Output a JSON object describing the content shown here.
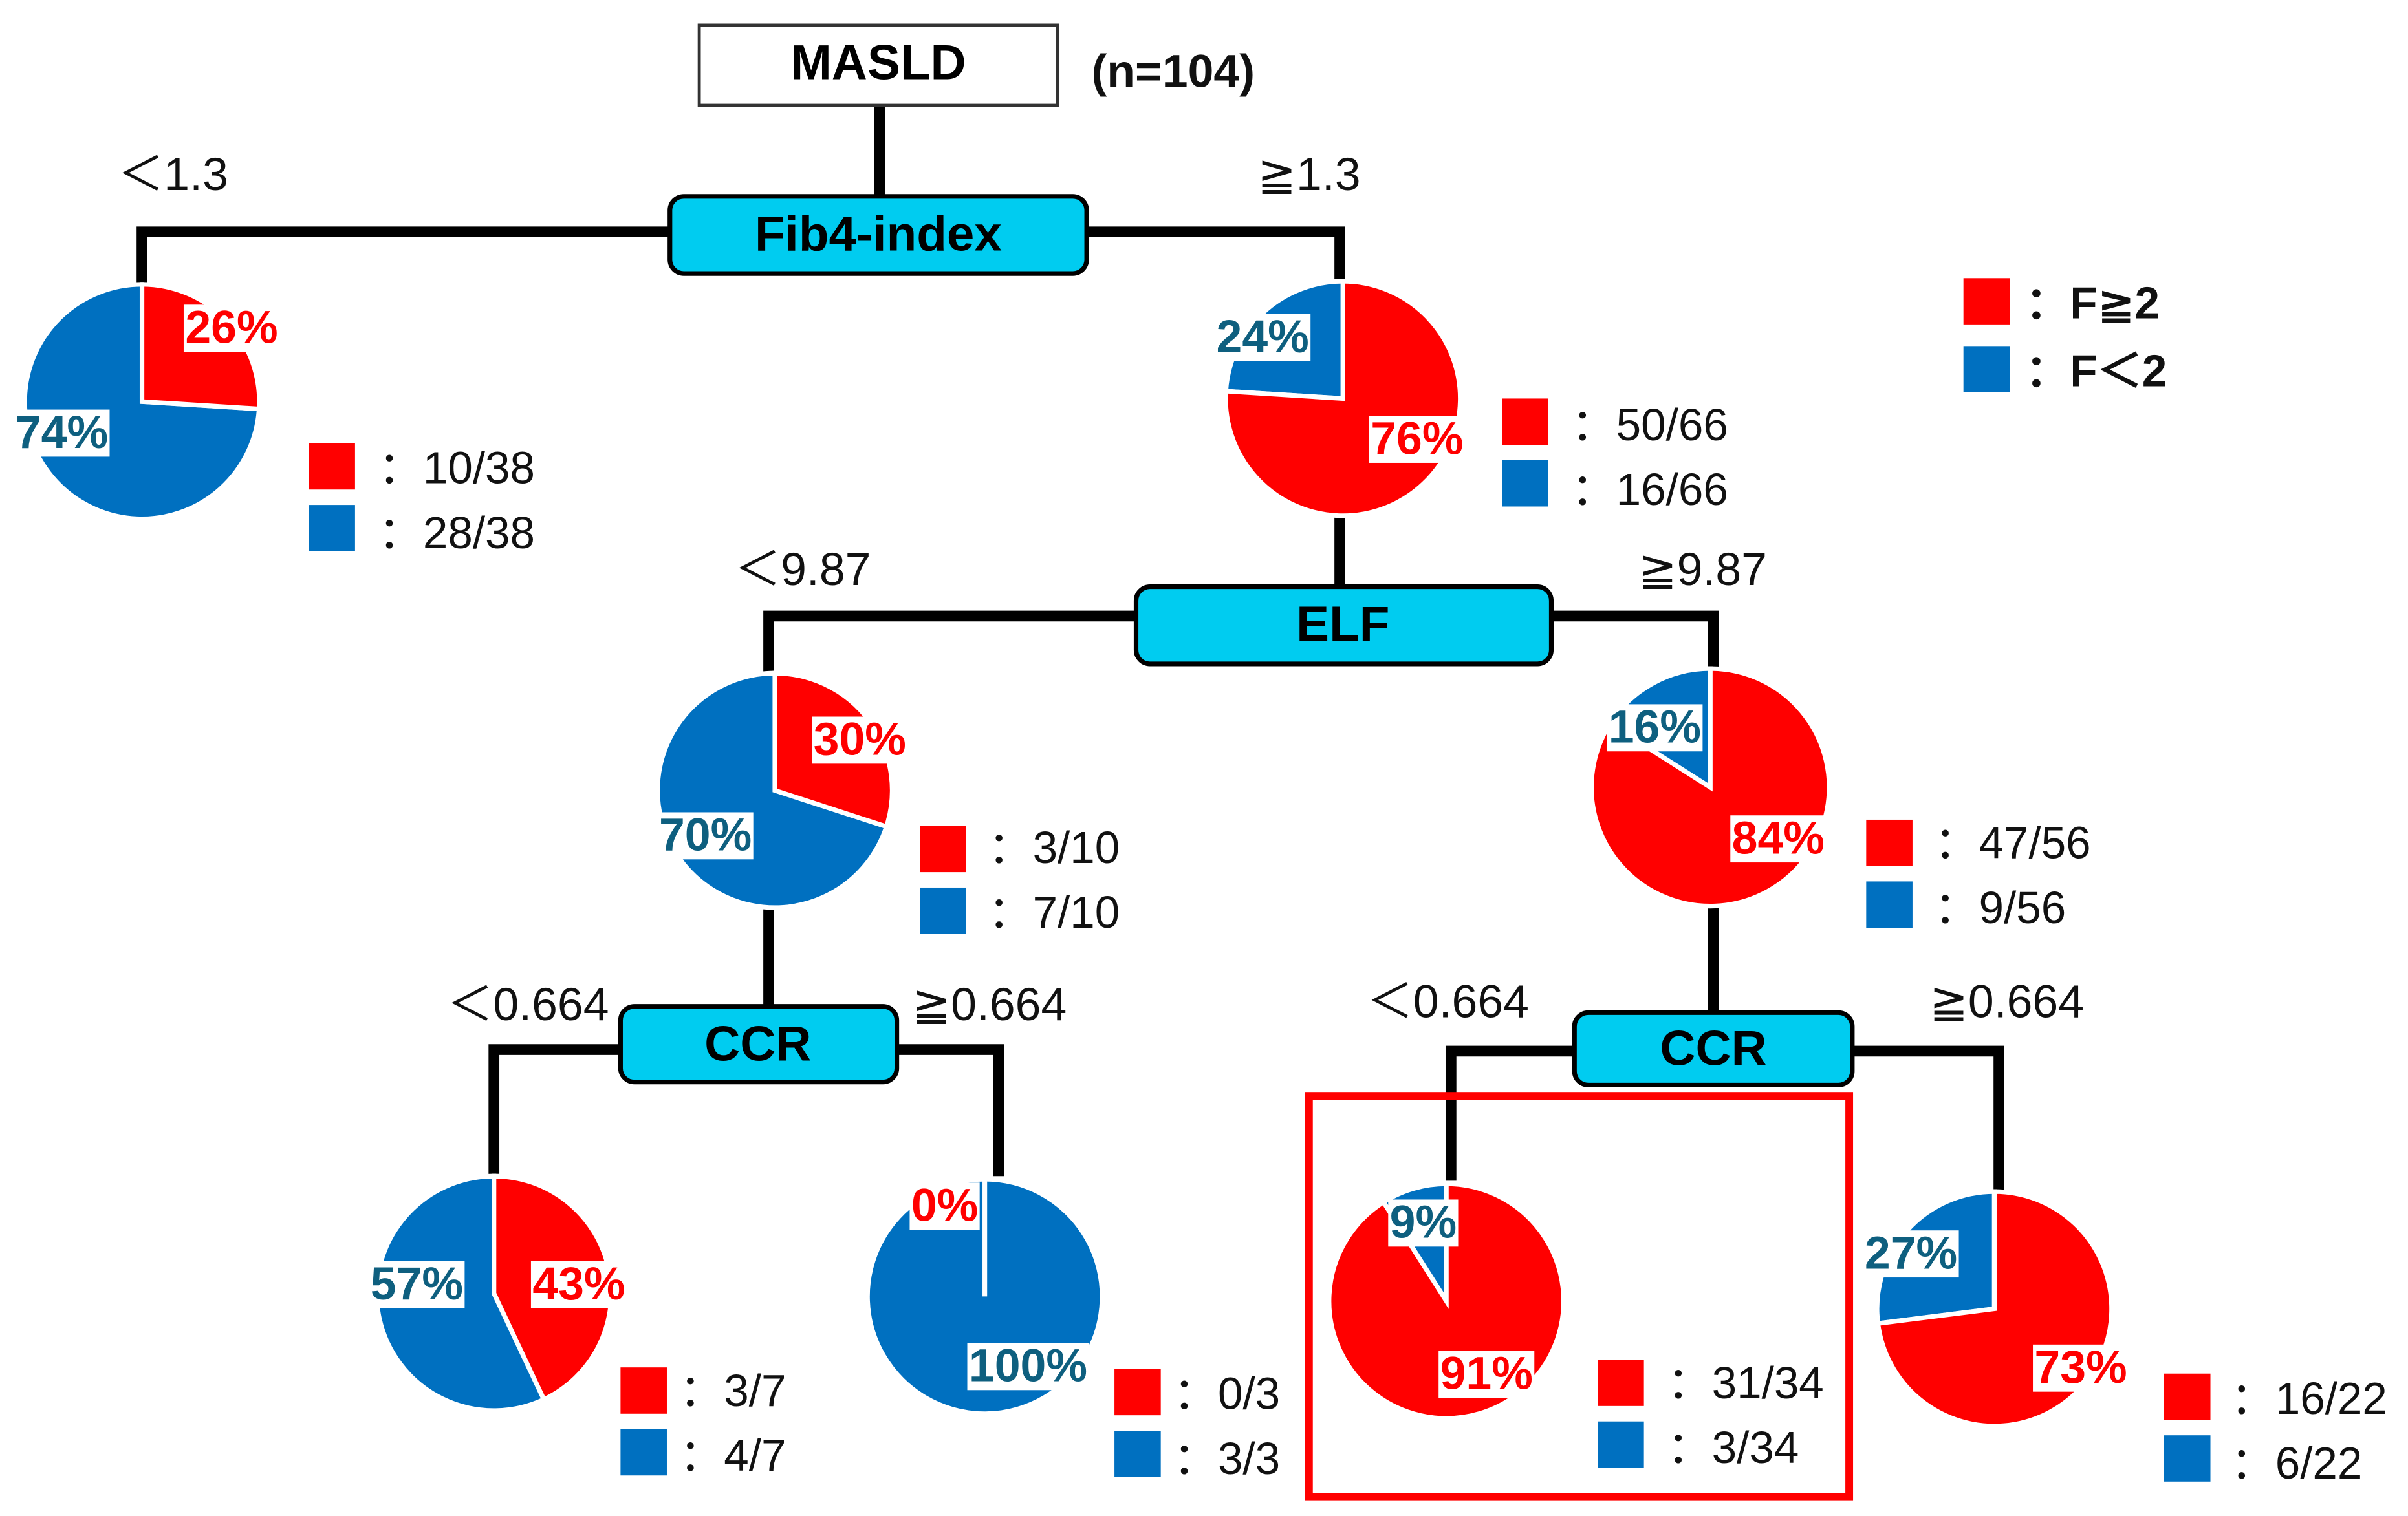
{
  "colors": {
    "f_ge_2": "#ff0000",
    "f_lt_2": "#0070c0",
    "node_fill": "#00ccf0",
    "highlight": "#ff0000",
    "blue_label_text": "#0e5f7f"
  },
  "root": {
    "label": "MASLD",
    "n": "(n=104)"
  },
  "splits": {
    "fib4": {
      "label": "Fib4-index",
      "left": "＜1.3",
      "right": "≧1.3"
    },
    "elf": {
      "label": "ELF",
      "left": "＜9.87",
      "right": "≧9.87"
    },
    "ccr_left": {
      "label": "CCR",
      "left": "＜0.664",
      "right": "≧0.664"
    },
    "ccr_right": {
      "label": "CCR",
      "left": "＜0.664",
      "right": "≧0.664"
    }
  },
  "legend": {
    "sep": "：",
    "red": "F≧2",
    "blue": "F＜2"
  },
  "nodes": [
    {
      "red_pct": "26%",
      "blue_pct": "74%",
      "red_count": "10/38",
      "blue_count": "28/38",
      "red_share": 0.26
    },
    {
      "red_pct": "76%",
      "blue_pct": "24%",
      "red_count": "50/66",
      "blue_count": "16/66",
      "red_share": 0.76
    },
    {
      "red_pct": "30%",
      "blue_pct": "70%",
      "red_count": "3/10",
      "blue_count": "7/10",
      "red_share": 0.3
    },
    {
      "red_pct": "84%",
      "blue_pct": "16%",
      "red_count": "47/56",
      "blue_count": "9/56",
      "red_share": 0.84
    },
    {
      "red_pct": "43%",
      "blue_pct": "57%",
      "red_count": "3/7",
      "blue_count": "4/7",
      "red_share": 0.43
    },
    {
      "red_pct": "0%",
      "blue_pct": "100%",
      "red_count": "0/3",
      "blue_count": "3/3",
      "red_share": 0.0
    },
    {
      "red_pct": "91%",
      "blue_pct": "9%",
      "red_count": "31/34",
      "blue_count": "3/34",
      "red_share": 0.91
    },
    {
      "red_pct": "73%",
      "blue_pct": "27%",
      "red_count": "16/22",
      "blue_count": "6/22",
      "red_share": 0.73
    }
  ]
}
